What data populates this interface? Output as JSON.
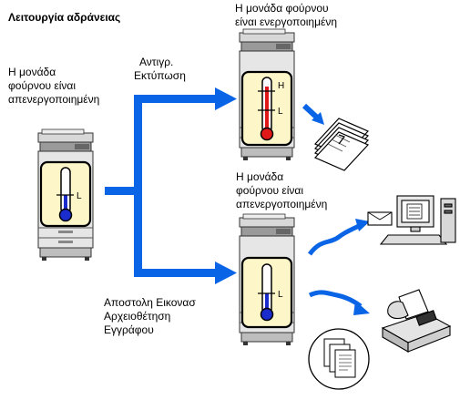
{
  "title": "Λειτουργία αδράνειας",
  "left_label": [
    "Η μονάδα",
    "φούρνου είναι",
    "απενεργοποιημένη"
  ],
  "top_right_label": [
    "Η μονάδα φούρνου",
    "είναι ενεργοποιημένη"
  ],
  "upper_arrow_label": [
    "Αντιγρ.",
    "Εκτύπωση"
  ],
  "mid_right_label": [
    "Η μονάδα",
    "φούρνου είναι",
    "απενεργοποιημένη"
  ],
  "lower_arrow_label": [
    "Αποστολη Εικονασ",
    "Αρχειοθέτηση",
    "Εγγράφου"
  ],
  "thermometer_marks": {
    "high": "H",
    "low": "L"
  },
  "colors": {
    "arrow": "#0a64e6",
    "mercury_hot": "#e01818",
    "mercury_cold": "#1a2ccc",
    "panel": "#fdf6c8"
  },
  "icons": [
    "printer-icon",
    "thermometer-icon",
    "document-stack-icon",
    "computer-icon",
    "fax-icon",
    "wave-arrow-icon"
  ]
}
